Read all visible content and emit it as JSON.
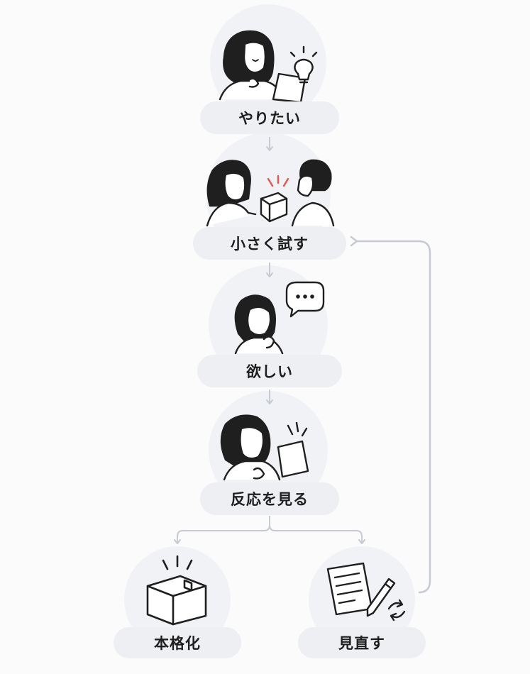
{
  "steps": {
    "want": {
      "label": "やりたい",
      "icon": "woman-with-clipboard-and-lightbulb-icon"
    },
    "try_small": {
      "label": "小さく試す",
      "icon": "woman-handing-box-to-man-icon"
    },
    "wanted": {
      "label": "欲しい",
      "icon": "woman-with-speech-bubble-icon"
    },
    "see_reaction": {
      "label": "反応を見る",
      "icon": "woman-reviewing-clipboard-icon"
    },
    "full_scale": {
      "label": "本格化",
      "icon": "box-package-icon"
    },
    "review": {
      "label": "見直す",
      "icon": "document-with-pen-and-refresh-icon"
    }
  },
  "colors": {
    "pill_bg": "#edeff2",
    "circle_bg": "#f0f2f5",
    "arrow": "#c5cad3",
    "line_art": "#1f1f1f",
    "accent": "#e8574f"
  }
}
